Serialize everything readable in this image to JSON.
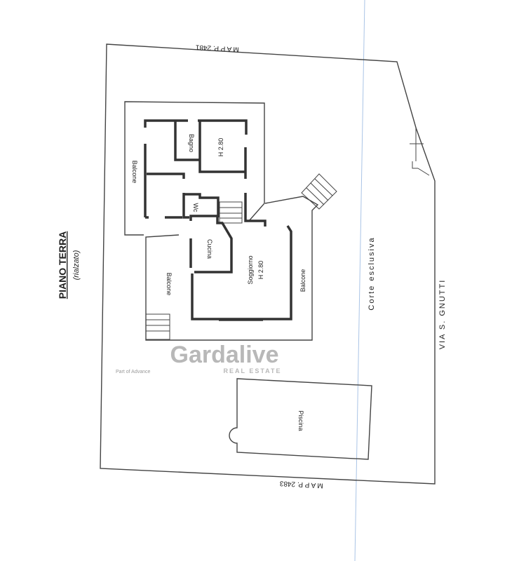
{
  "plan": {
    "title": "PIANO TERRA",
    "subtitle": "(rialzato)",
    "boundary_top": "M A P P.   2481",
    "boundary_bottom": "M A P P.   2483",
    "courtyard": "Corte   esclusiva",
    "street": "VIA  S.  GNUTTI",
    "pool": "Piscina",
    "rooms": {
      "bathroom": "Bagno",
      "bedroom_height": "H 2.80",
      "wc": "Wc",
      "kitchen": "Cucina",
      "living": "Soggiorno",
      "living_height": "H 2.80",
      "balcony_left_upper": "Balcone",
      "balcony_left_lower": "Balcone",
      "balcony_right": "Balcone"
    }
  },
  "watermark": {
    "brand": "Gardalive",
    "tagline": "REAL ESTATE",
    "note": "Part of Advance"
  },
  "colors": {
    "line": "#333333",
    "watermark": "#b8b8b8",
    "scan": "#aac4e6"
  }
}
